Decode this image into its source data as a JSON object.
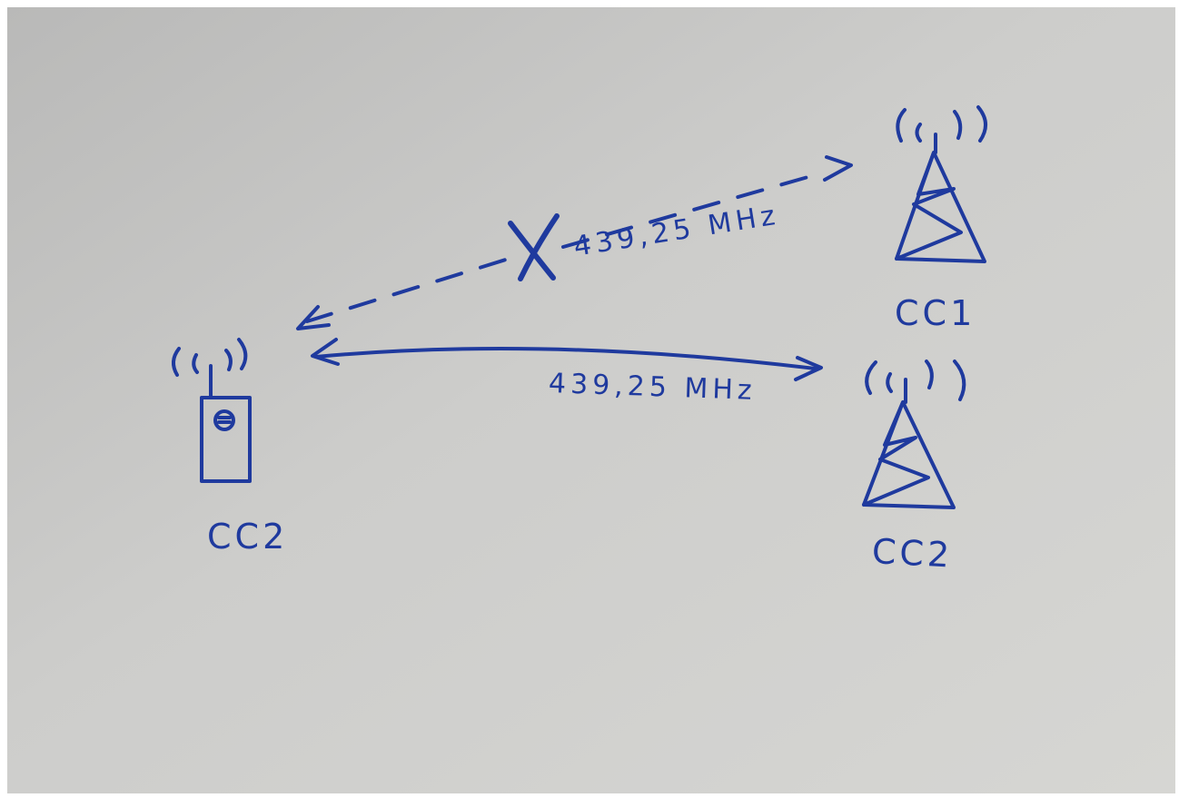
{
  "diagram": {
    "handset": {
      "label": "CC2"
    },
    "tower_top": {
      "label": "CC1"
    },
    "tower_bottom": {
      "label": "CC2"
    },
    "link_blocked": {
      "frequency": "439,25 MHz",
      "status": "blocked"
    },
    "link_active": {
      "frequency": "439,25 MHz",
      "status": "active"
    }
  },
  "colors": {
    "ink": "#1f3a9e",
    "paper": "#cbcbc9"
  }
}
